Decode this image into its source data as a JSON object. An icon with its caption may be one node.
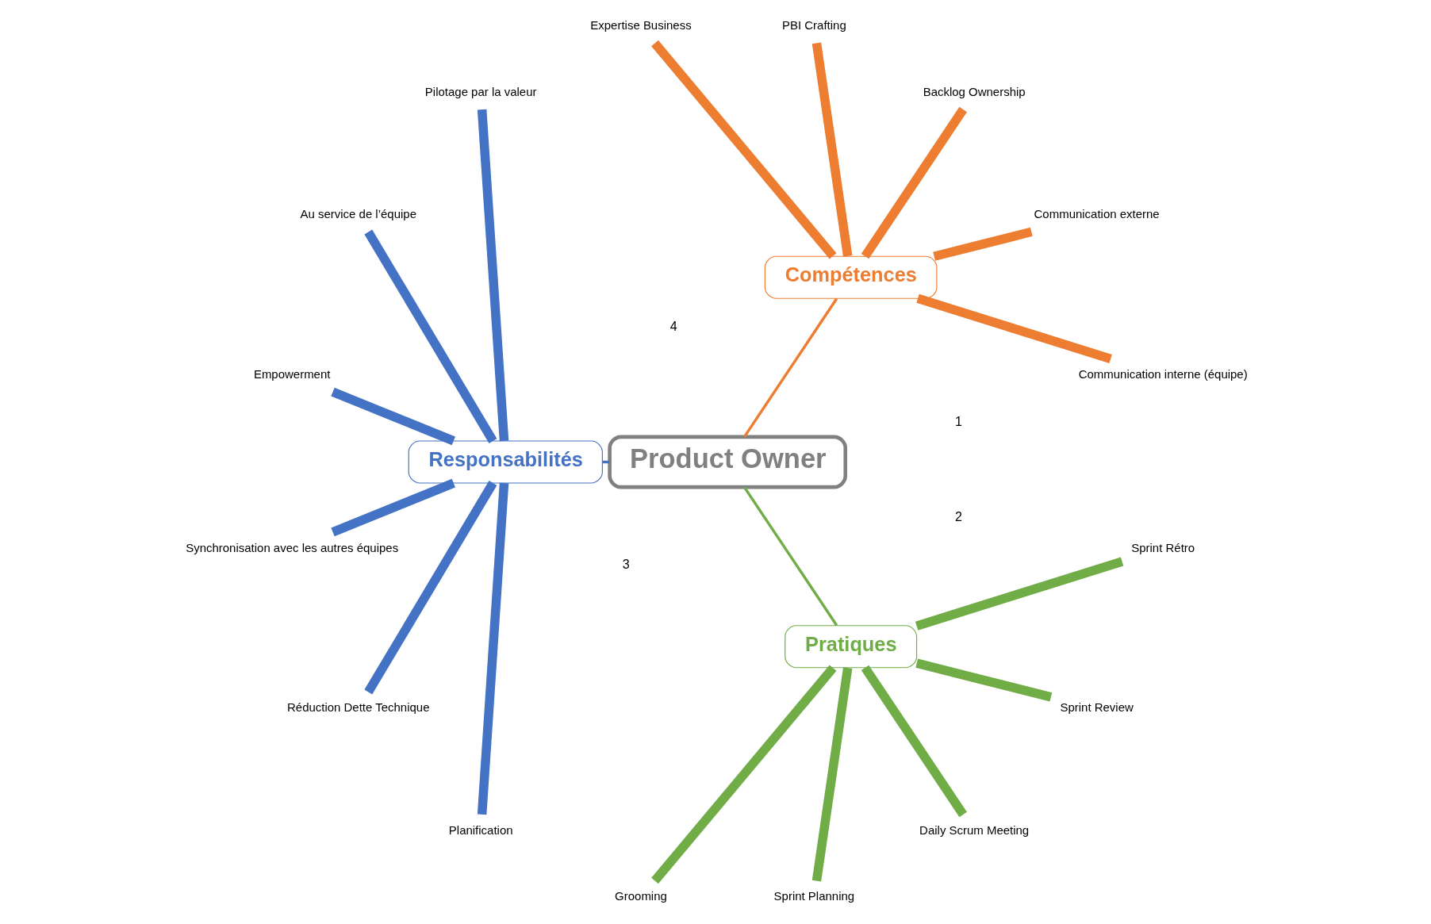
{
  "diagram": {
    "nodes": [
      {
        "text": [
          "Product Owner"
        ]
      },
      {
        "text": [
          "Compétences"
        ]
      },
      {
        "text": [
          "Responsabilités"
        ]
      },
      {
        "text": [
          "Pratiques"
        ]
      },
      {
        "text": [
          "Communication interne (équipe)"
        ]
      },
      {
        "text": [
          "Communication externe"
        ]
      },
      {
        "text": [
          "Backlog Ownership"
        ]
      },
      {
        "text": [
          "PBI Crafting"
        ]
      },
      {
        "text": [
          "Expertise Business"
        ]
      },
      {
        "text": [
          "Pilotage par la valeur"
        ]
      },
      {
        "text": [
          "Au service de l’équipe"
        ]
      },
      {
        "text": [
          "Empowerment"
        ]
      },
      {
        "text": [
          "Synchronisation avec les autres équipes"
        ]
      },
      {
        "text": [
          "Réduction Dette Technique"
        ]
      },
      {
        "text": [
          "Planification"
        ]
      },
      {
        "text": [
          "Grooming"
        ]
      },
      {
        "text": [
          "Sprint Planning"
        ]
      },
      {
        "text": [
          "Daily Scrum Meeting"
        ]
      },
      {
        "text": [
          "Sprint Review"
        ]
      },
      {
        "text": [
          "Sprint Rétro"
        ]
      }
    ],
    "edges": [
      {
        "from": 0,
        "to": 1,
        "arrow": "none",
        "color": "#ed7d31"
      },
      {
        "from": 0,
        "to": 2,
        "arrow": "none",
        "color": "#4472c4"
      },
      {
        "from": 0,
        "to": 3,
        "arrow": "none",
        "color": "#70ad47"
      },
      {
        "from": 1,
        "to": 4,
        "arrow": "none",
        "color": "#ed7d31"
      },
      {
        "from": 1,
        "to": 5,
        "arrow": "none",
        "color": "#ed7d31"
      },
      {
        "from": 1,
        "to": 6,
        "arrow": "none",
        "color": "#ed7d31"
      },
      {
        "from": 1,
        "to": 7,
        "arrow": "none",
        "color": "#ed7d31"
      },
      {
        "from": 1,
        "to": 8,
        "arrow": "none",
        "color": "#ed7d31"
      },
      {
        "from": 2,
        "to": 9,
        "arrow": "none",
        "color": "#4472c4"
      },
      {
        "from": 2,
        "to": 10,
        "arrow": "none",
        "color": "#4472c4"
      },
      {
        "from": 2,
        "to": 11,
        "arrow": "none",
        "color": "#4472c4"
      },
      {
        "from": 2,
        "to": 12,
        "arrow": "none",
        "color": "#4472c4"
      },
      {
        "from": 2,
        "to": 13,
        "arrow": "none",
        "color": "#4472c4"
      },
      {
        "from": 2,
        "to": 14,
        "arrow": "none",
        "color": "#4472c4"
      },
      {
        "from": 3,
        "to": 15,
        "arrow": "none",
        "color": "#70ad47"
      },
      {
        "from": 3,
        "to": 16,
        "arrow": "none",
        "color": "#70ad47"
      },
      {
        "from": 3,
        "to": 17,
        "arrow": "none",
        "color": "#70ad47"
      },
      {
        "from": 3,
        "to": 18,
        "arrow": "none",
        "color": "#70ad47"
      },
      {
        "from": 3,
        "to": 19,
        "arrow": "none",
        "color": "#70ad47"
      }
    ],
    "labels": [
      "4",
      "3",
      "2",
      "1"
    ]
  }
}
